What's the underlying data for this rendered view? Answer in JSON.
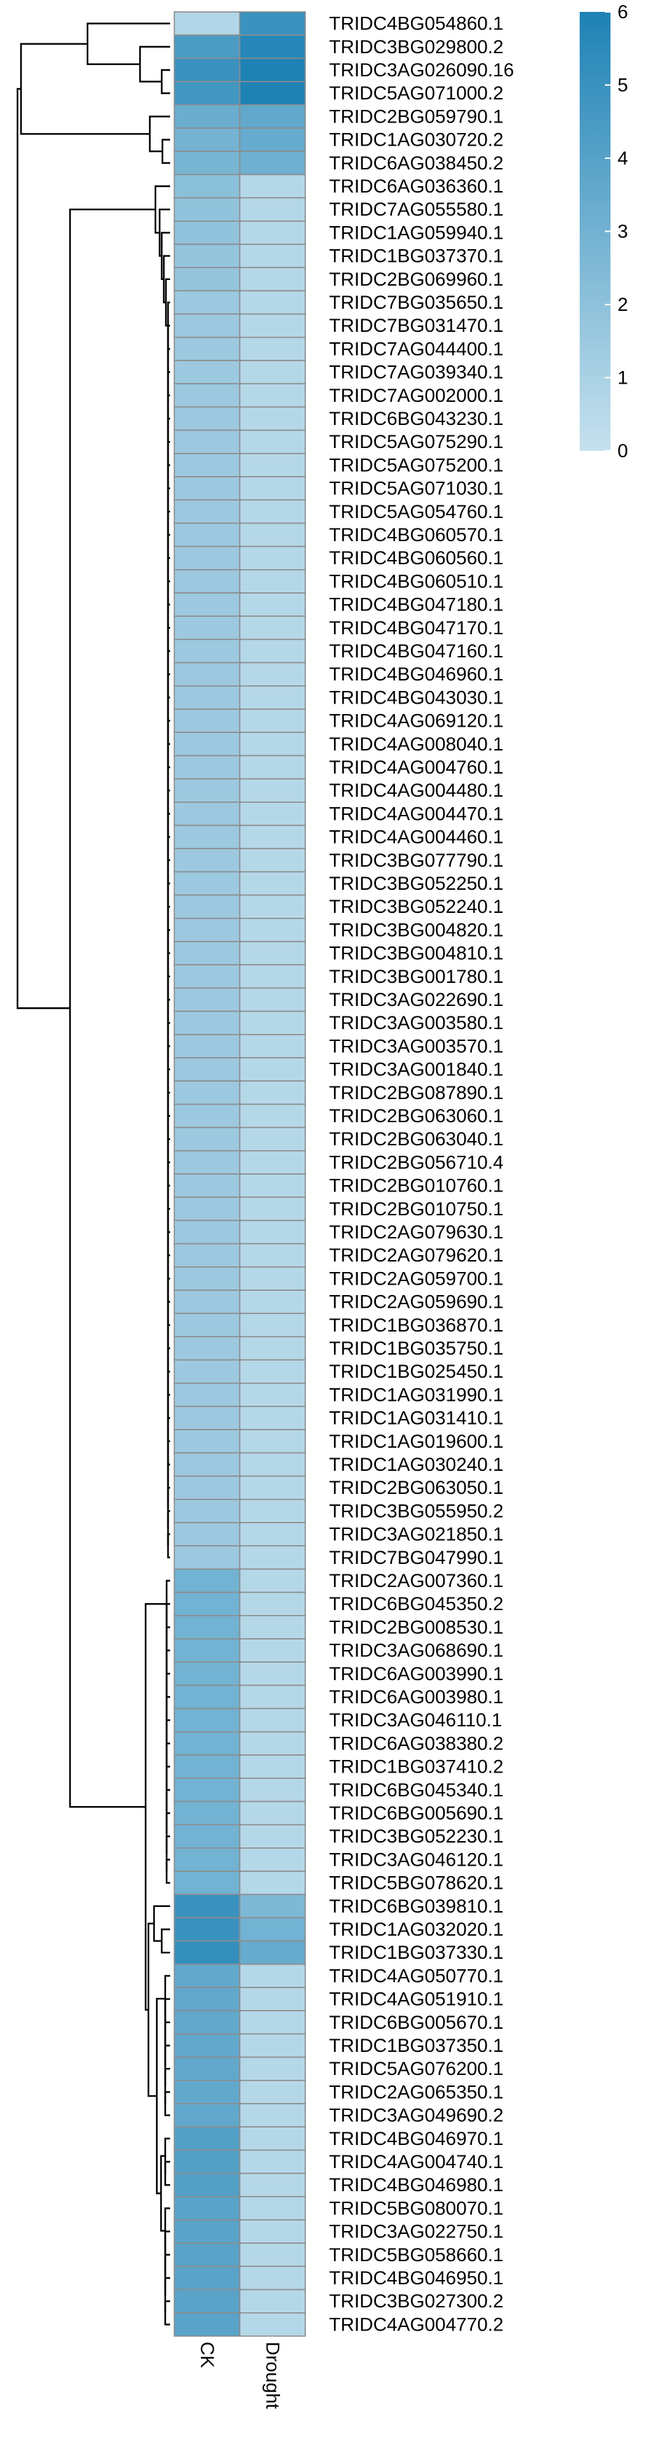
{
  "chart_data": {
    "type": "heatmap",
    "columns": [
      "CK",
      "Drought"
    ],
    "rows": [
      {
        "label": "TRIDC4BG054860.1",
        "values": [
          0.7,
          5.0
        ]
      },
      {
        "label": "TRIDC3BG029800.2",
        "values": [
          4.4,
          5.7
        ]
      },
      {
        "label": "TRIDC3AG026090.16",
        "values": [
          5.0,
          6.1
        ]
      },
      {
        "label": "TRIDC5AG071000.2",
        "values": [
          4.7,
          6.4
        ]
      },
      {
        "label": "TRIDC2BG059790.1",
        "values": [
          3.3,
          3.6
        ]
      },
      {
        "label": "TRIDC1AG030720.2",
        "values": [
          2.9,
          3.4
        ]
      },
      {
        "label": "TRIDC6AG038450.2",
        "values": [
          2.8,
          3.1
        ]
      },
      {
        "label": "TRIDC6AG036360.1",
        "values": [
          2.1,
          0.6
        ]
      },
      {
        "label": "TRIDC7AG055580.1",
        "values": [
          1.9,
          0.6
        ]
      },
      {
        "label": "TRIDC1AG059940.1",
        "values": [
          1.9,
          0.6
        ]
      },
      {
        "label": "TRIDC1BG037370.1",
        "values": [
          1.8,
          0.6
        ]
      },
      {
        "label": "TRIDC2BG069960.1",
        "values": [
          1.8,
          0.6
        ]
      },
      {
        "label": "TRIDC7BG035650.1",
        "values": [
          1.5,
          0.6
        ]
      },
      {
        "label": "TRIDC7BG031470.1",
        "values": [
          1.5,
          0.6
        ]
      },
      {
        "label": "TRIDC7AG044400.1",
        "values": [
          1.5,
          0.6
        ]
      },
      {
        "label": "TRIDC7AG039340.1",
        "values": [
          1.5,
          0.6
        ]
      },
      {
        "label": "TRIDC7AG002000.1",
        "values": [
          1.5,
          0.6
        ]
      },
      {
        "label": "TRIDC6BG043230.1",
        "values": [
          1.5,
          0.6
        ]
      },
      {
        "label": "TRIDC5AG075290.1",
        "values": [
          1.5,
          0.6
        ]
      },
      {
        "label": "TRIDC5AG075200.1",
        "values": [
          1.5,
          0.6
        ]
      },
      {
        "label": "TRIDC5AG071030.1",
        "values": [
          1.5,
          0.6
        ]
      },
      {
        "label": "TRIDC5AG054760.1",
        "values": [
          1.5,
          0.6
        ]
      },
      {
        "label": "TRIDC4BG060570.1",
        "values": [
          1.5,
          0.6
        ]
      },
      {
        "label": "TRIDC4BG060560.1",
        "values": [
          1.5,
          0.6
        ]
      },
      {
        "label": "TRIDC4BG060510.1",
        "values": [
          1.5,
          0.6
        ]
      },
      {
        "label": "TRIDC4BG047180.1",
        "values": [
          1.5,
          0.6
        ]
      },
      {
        "label": "TRIDC4BG047170.1",
        "values": [
          1.5,
          0.6
        ]
      },
      {
        "label": "TRIDC4BG047160.1",
        "values": [
          1.5,
          0.6
        ]
      },
      {
        "label": "TRIDC4BG046960.1",
        "values": [
          1.5,
          0.6
        ]
      },
      {
        "label": "TRIDC4BG043030.1",
        "values": [
          1.5,
          0.6
        ]
      },
      {
        "label": "TRIDC4AG069120.1",
        "values": [
          1.5,
          0.6
        ]
      },
      {
        "label": "TRIDC4AG008040.1",
        "values": [
          1.5,
          0.6
        ]
      },
      {
        "label": "TRIDC4AG004760.1",
        "values": [
          1.5,
          0.6
        ]
      },
      {
        "label": "TRIDC4AG004480.1",
        "values": [
          1.5,
          0.6
        ]
      },
      {
        "label": "TRIDC4AG004470.1",
        "values": [
          1.5,
          0.6
        ]
      },
      {
        "label": "TRIDC4AG004460.1",
        "values": [
          1.5,
          0.6
        ]
      },
      {
        "label": "TRIDC3BG077790.1",
        "values": [
          1.5,
          0.6
        ]
      },
      {
        "label": "TRIDC3BG052250.1",
        "values": [
          1.5,
          0.6
        ]
      },
      {
        "label": "TRIDC3BG052240.1",
        "values": [
          1.5,
          0.6
        ]
      },
      {
        "label": "TRIDC3BG004820.1",
        "values": [
          1.5,
          0.6
        ]
      },
      {
        "label": "TRIDC3BG004810.1",
        "values": [
          1.5,
          0.6
        ]
      },
      {
        "label": "TRIDC3BG001780.1",
        "values": [
          1.5,
          0.6
        ]
      },
      {
        "label": "TRIDC3AG022690.1",
        "values": [
          1.5,
          0.6
        ]
      },
      {
        "label": "TRIDC3AG003580.1",
        "values": [
          1.5,
          0.6
        ]
      },
      {
        "label": "TRIDC3AG003570.1",
        "values": [
          1.5,
          0.6
        ]
      },
      {
        "label": "TRIDC3AG001840.1",
        "values": [
          1.5,
          0.6
        ]
      },
      {
        "label": "TRIDC2BG087890.1",
        "values": [
          1.5,
          0.6
        ]
      },
      {
        "label": "TRIDC2BG063060.1",
        "values": [
          1.5,
          0.6
        ]
      },
      {
        "label": "TRIDC2BG063040.1",
        "values": [
          1.5,
          0.6
        ]
      },
      {
        "label": "TRIDC2BG056710.4",
        "values": [
          1.5,
          0.6
        ]
      },
      {
        "label": "TRIDC2BG010760.1",
        "values": [
          1.5,
          0.6
        ]
      },
      {
        "label": "TRIDC2BG010750.1",
        "values": [
          1.5,
          0.6
        ]
      },
      {
        "label": "TRIDC2AG079630.1",
        "values": [
          1.5,
          0.6
        ]
      },
      {
        "label": "TRIDC2AG079620.1",
        "values": [
          1.5,
          0.6
        ]
      },
      {
        "label": "TRIDC2AG059700.1",
        "values": [
          1.5,
          0.6
        ]
      },
      {
        "label": "TRIDC2AG059690.1",
        "values": [
          1.5,
          0.6
        ]
      },
      {
        "label": "TRIDC1BG036870.1",
        "values": [
          1.5,
          0.6
        ]
      },
      {
        "label": "TRIDC1BG035750.1",
        "values": [
          1.5,
          0.6
        ]
      },
      {
        "label": "TRIDC1BG025450.1",
        "values": [
          1.5,
          0.6
        ]
      },
      {
        "label": "TRIDC1AG031990.1",
        "values": [
          1.5,
          0.6
        ]
      },
      {
        "label": "TRIDC1AG031410.1",
        "values": [
          1.5,
          0.6
        ]
      },
      {
        "label": "TRIDC1AG019600.1",
        "values": [
          1.5,
          0.6
        ]
      },
      {
        "label": "TRIDC1AG030240.1",
        "values": [
          1.5,
          0.6
        ]
      },
      {
        "label": "TRIDC2BG063050.1",
        "values": [
          1.5,
          0.6
        ]
      },
      {
        "label": "TRIDC3BG055950.2",
        "values": [
          1.5,
          0.6
        ]
      },
      {
        "label": "TRIDC3AG021850.1",
        "values": [
          1.5,
          0.6
        ]
      },
      {
        "label": "TRIDC7BG047990.1",
        "values": [
          1.5,
          0.6
        ]
      },
      {
        "label": "TRIDC2AG007360.1",
        "values": [
          3.0,
          0.6
        ]
      },
      {
        "label": "TRIDC6BG045350.2",
        "values": [
          3.0,
          0.6
        ]
      },
      {
        "label": "TRIDC2BG008530.1",
        "values": [
          3.0,
          0.6
        ]
      },
      {
        "label": "TRIDC3AG068690.1",
        "values": [
          3.0,
          0.6
        ]
      },
      {
        "label": "TRIDC6AG003990.1",
        "values": [
          3.0,
          0.6
        ]
      },
      {
        "label": "TRIDC6AG003980.1",
        "values": [
          3.0,
          0.6
        ]
      },
      {
        "label": "TRIDC3AG046110.1",
        "values": [
          3.0,
          0.6
        ]
      },
      {
        "label": "TRIDC6AG038380.2",
        "values": [
          3.0,
          0.6
        ]
      },
      {
        "label": "TRIDC1BG037410.2",
        "values": [
          3.0,
          0.6
        ]
      },
      {
        "label": "TRIDC6BG045340.1",
        "values": [
          3.0,
          0.6
        ]
      },
      {
        "label": "TRIDC6BG005690.1",
        "values": [
          3.0,
          0.6
        ]
      },
      {
        "label": "TRIDC3BG052230.1",
        "values": [
          3.0,
          0.6
        ]
      },
      {
        "label": "TRIDC3AG046120.1",
        "values": [
          3.0,
          0.6
        ]
      },
      {
        "label": "TRIDC5BG078620.1",
        "values": [
          3.0,
          0.6
        ]
      },
      {
        "label": "TRIDC6BG039810.1",
        "values": [
          5.0,
          2.6
        ]
      },
      {
        "label": "TRIDC1AG032020.1",
        "values": [
          5.0,
          3.0
        ]
      },
      {
        "label": "TRIDC1BG037330.1",
        "values": [
          5.2,
          3.4
        ]
      },
      {
        "label": "TRIDC4AG050770.1",
        "values": [
          3.6,
          0.6
        ]
      },
      {
        "label": "TRIDC4AG051910.1",
        "values": [
          3.6,
          0.6
        ]
      },
      {
        "label": "TRIDC6BG005670.1",
        "values": [
          3.6,
          0.6
        ]
      },
      {
        "label": "TRIDC1BG037350.1",
        "values": [
          3.6,
          0.6
        ]
      },
      {
        "label": "TRIDC5AG076200.1",
        "values": [
          3.6,
          0.6
        ]
      },
      {
        "label": "TRIDC2AG065350.1",
        "values": [
          3.6,
          0.6
        ]
      },
      {
        "label": "TRIDC3AG049690.2",
        "values": [
          3.6,
          0.6
        ]
      },
      {
        "label": "TRIDC4BG046970.1",
        "values": [
          4.1,
          0.6
        ]
      },
      {
        "label": "TRIDC4AG004740.1",
        "values": [
          4.1,
          0.6
        ]
      },
      {
        "label": "TRIDC4BG046980.1",
        "values": [
          4.1,
          0.6
        ]
      },
      {
        "label": "TRIDC5BG080070.1",
        "values": [
          3.9,
          0.6
        ]
      },
      {
        "label": "TRIDC3AG022750.1",
        "values": [
          3.9,
          0.6
        ]
      },
      {
        "label": "TRIDC5BG058660.1",
        "values": [
          3.9,
          0.6
        ]
      },
      {
        "label": "TRIDC4BG046950.1",
        "values": [
          3.9,
          0.6
        ]
      },
      {
        "label": "TRIDC3BG027300.2",
        "values": [
          3.9,
          0.6
        ]
      },
      {
        "label": "TRIDC4AG004770.2",
        "values": [
          3.9,
          0.6
        ]
      }
    ],
    "color_scale": {
      "min": 0,
      "max": 6,
      "ticks": [
        0,
        1,
        2,
        3,
        4,
        5,
        6
      ],
      "low_color": "#c6e1ee",
      "high_color": "#1e82b5"
    },
    "cell_border_color": "#8c8c8c",
    "dendrogram": "rows"
  }
}
